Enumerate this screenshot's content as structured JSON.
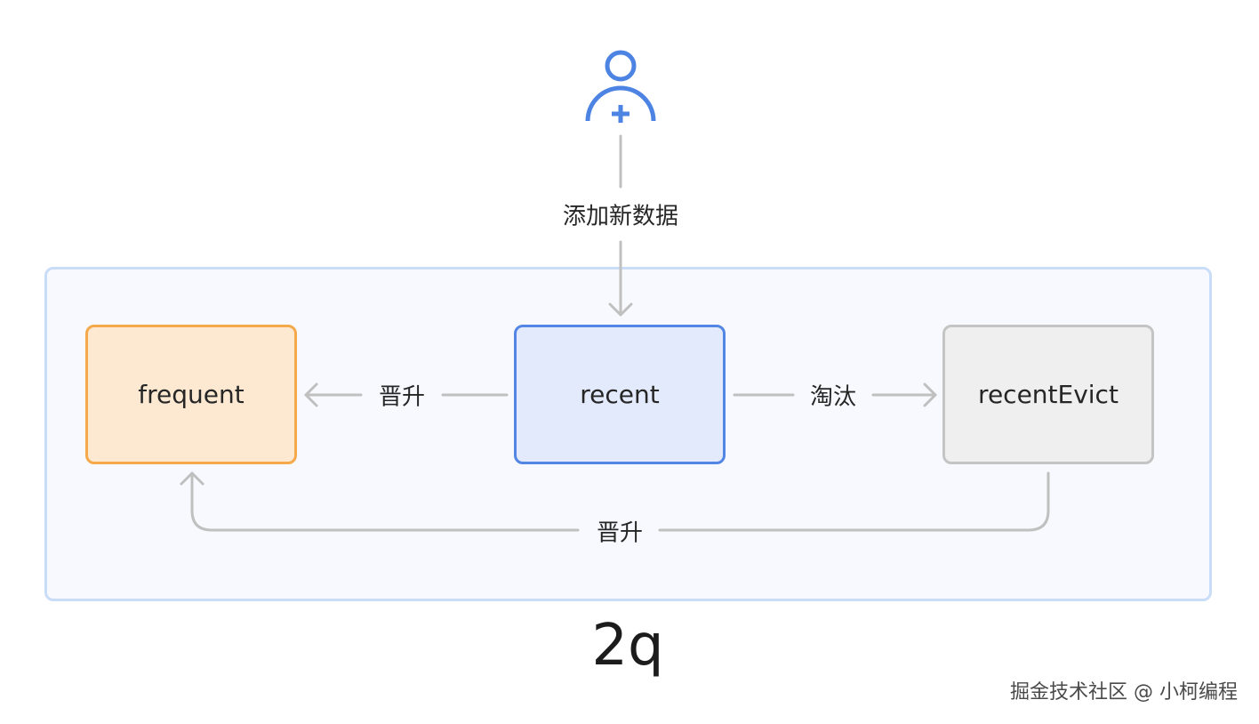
{
  "diagram": {
    "nodes": {
      "frequent": {
        "label": "frequent",
        "color": "#f5a94a",
        "fill": "#fde9d1"
      },
      "recent": {
        "label": "recent",
        "color": "#5386e4",
        "fill": "#e2eafc"
      },
      "recentEvict": {
        "label": "recentEvict",
        "color": "#c4c4c4",
        "fill": "#efeff0"
      }
    },
    "edges": {
      "add_new_data": {
        "from": "user",
        "to": "recent",
        "label": "添加新数据"
      },
      "recent_to_frequent": {
        "from": "recent",
        "to": "frequent",
        "label": "晋升"
      },
      "recent_to_evict": {
        "from": "recent",
        "to": "recentEvict",
        "label": "淘汰"
      },
      "evict_to_frequent": {
        "from": "recentEvict",
        "to": "frequent",
        "label": "晋升"
      }
    },
    "caption": "2q",
    "user_icon": "user-add-icon"
  },
  "watermark": "掘金技术社区 @ 小柯编程",
  "colors": {
    "container_border": "#c9dcf8",
    "container_fill": "#f7f9fe",
    "arrow": "#c0c0c0",
    "icon": "#4d84e4"
  }
}
